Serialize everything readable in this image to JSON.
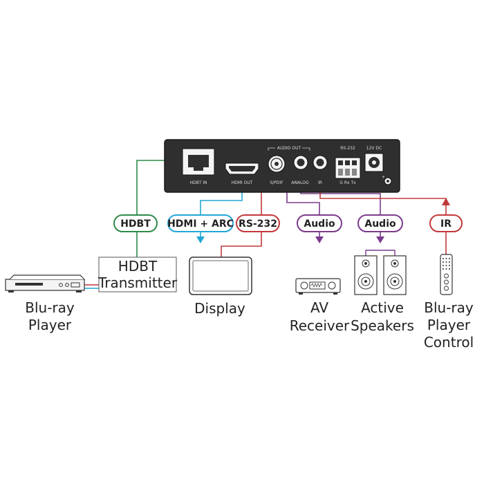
{
  "device": {
    "ports": {
      "hdbt_in": "HDBT IN",
      "hdmi_out": "HDMI OUT",
      "audio_out": "AUDIO OUT",
      "spdif": "S/PDIF",
      "analog": "ANALOG",
      "ir": "IR",
      "rs232": "RS-232",
      "rs232_pins": "G  Rx  Tx",
      "dc": "12V DC"
    }
  },
  "connections": {
    "hdbt": "HDBT",
    "hdmi_arc": "HDMI + ARC",
    "rs232": "RS-232",
    "audio_1": "Audio",
    "audio_2": "Audio",
    "ir": "IR"
  },
  "devices": {
    "hdbt_transmitter": [
      "HDBT",
      "Transmitter"
    ],
    "bluray_player": [
      "Blu-ray",
      "Player"
    ],
    "display": "Display",
    "av_receiver": [
      "AV",
      "Receiver"
    ],
    "active_speakers": [
      "Active",
      "Speakers"
    ],
    "bluray_control": [
      "Blu-ray",
      "Player",
      "Control"
    ]
  },
  "colors": {
    "hdbt": "#2e8b4a",
    "hdmi": "#22a6d6",
    "rs232": "#c2383a",
    "audio": "#7b3a8c",
    "device_body": "#2f2f2f"
  }
}
